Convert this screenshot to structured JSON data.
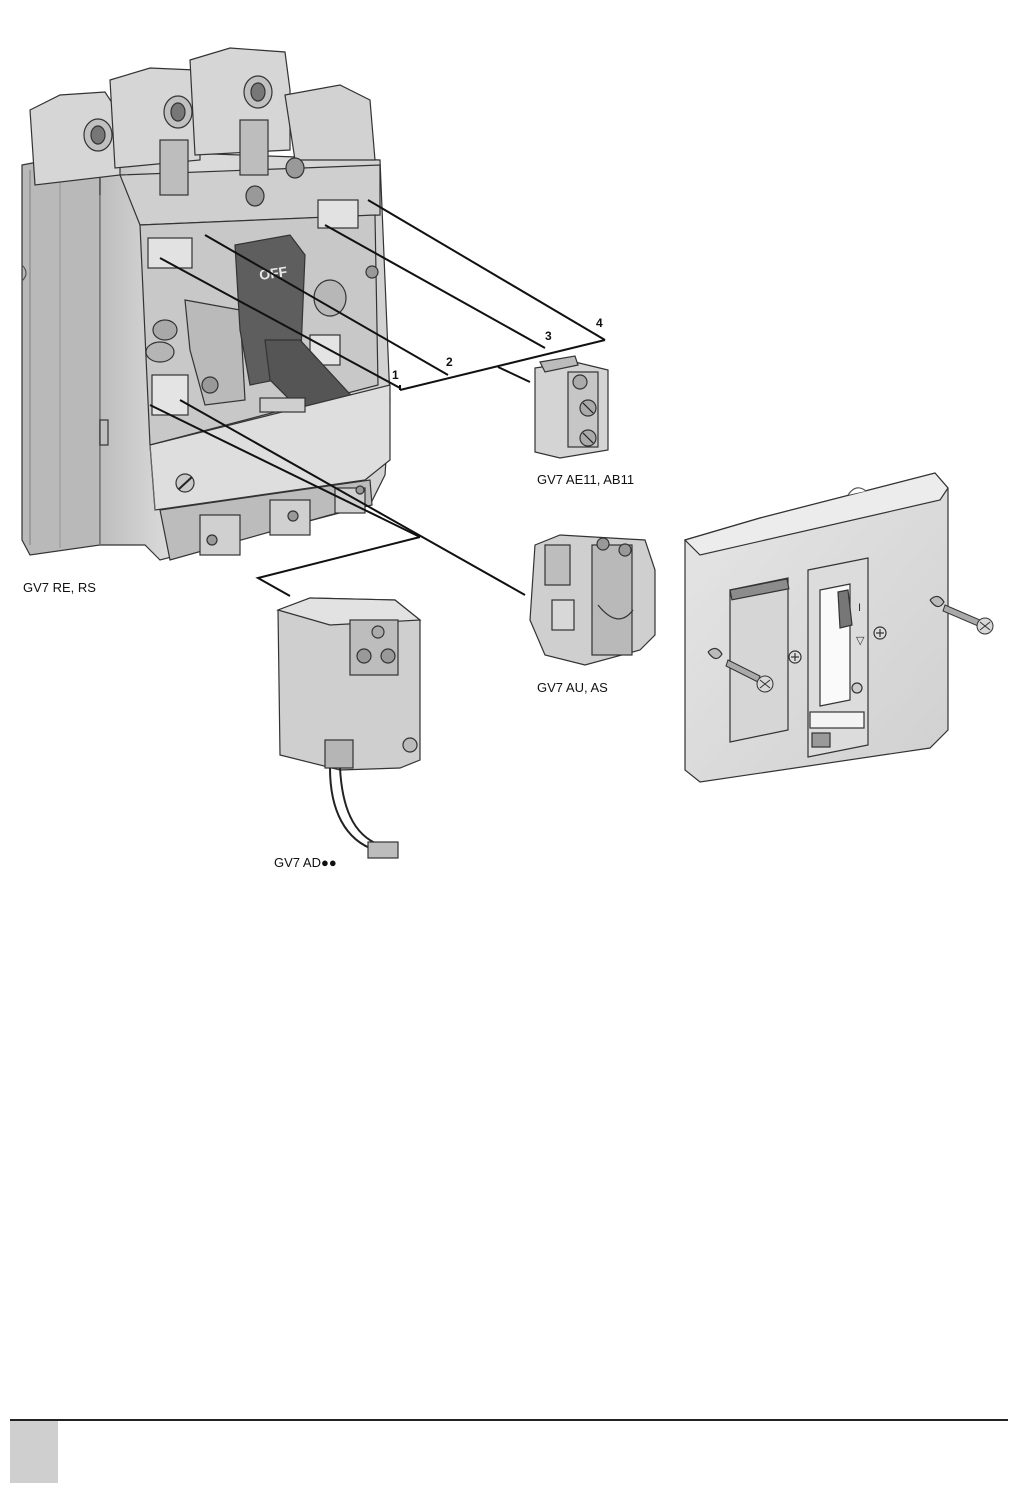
{
  "labels": {
    "breaker": "GV7 RE, RS",
    "contact_block": "GV7 AE11, AB11",
    "release": "GV7 AU, AS",
    "adapter": "GV7 AD●●",
    "handle_text": "OFF"
  },
  "slot_numbers": [
    "1",
    "2",
    "3",
    "4"
  ],
  "cover_marks": {
    "on_mark": "I",
    "arrow_mark": "▽"
  },
  "colors": {
    "body_light": "#dedede",
    "body_mid": "#c4c4c4",
    "body_dark": "#9a9a9a",
    "handle": "#5a5a5a",
    "line": "#111111",
    "footer_tab": "#cfcfcf"
  }
}
